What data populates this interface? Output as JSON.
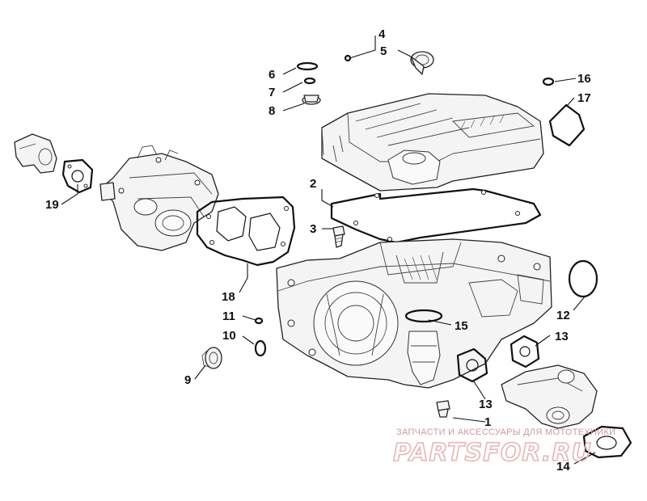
{
  "callouts": [
    {
      "id": "c1",
      "label": "1"
    },
    {
      "id": "c2",
      "label": "2"
    },
    {
      "id": "c3",
      "label": "3"
    },
    {
      "id": "c4",
      "label": "4"
    },
    {
      "id": "c5",
      "label": "5"
    },
    {
      "id": "c6",
      "label": "6"
    },
    {
      "id": "c7",
      "label": "7"
    },
    {
      "id": "c8",
      "label": "8"
    },
    {
      "id": "c9",
      "label": "9"
    },
    {
      "id": "c10",
      "label": "10"
    },
    {
      "id": "c11",
      "label": "11"
    },
    {
      "id": "c12",
      "label": "12"
    },
    {
      "id": "c13a",
      "label": "13"
    },
    {
      "id": "c13b",
      "label": "13"
    },
    {
      "id": "c14",
      "label": "14"
    },
    {
      "id": "c15",
      "label": "15"
    },
    {
      "id": "c16",
      "label": "16"
    },
    {
      "id": "c17",
      "label": "17"
    },
    {
      "id": "c18",
      "label": "18"
    },
    {
      "id": "c19",
      "label": "19"
    }
  ],
  "watermark": {
    "caption": "ЗАПЧАСТИ И АКСЕССУАРЫ ДЛЯ МОТОТЕХНИКИ",
    "logo": "PARTSFOR.RU",
    "color": "#e8b4b4"
  }
}
